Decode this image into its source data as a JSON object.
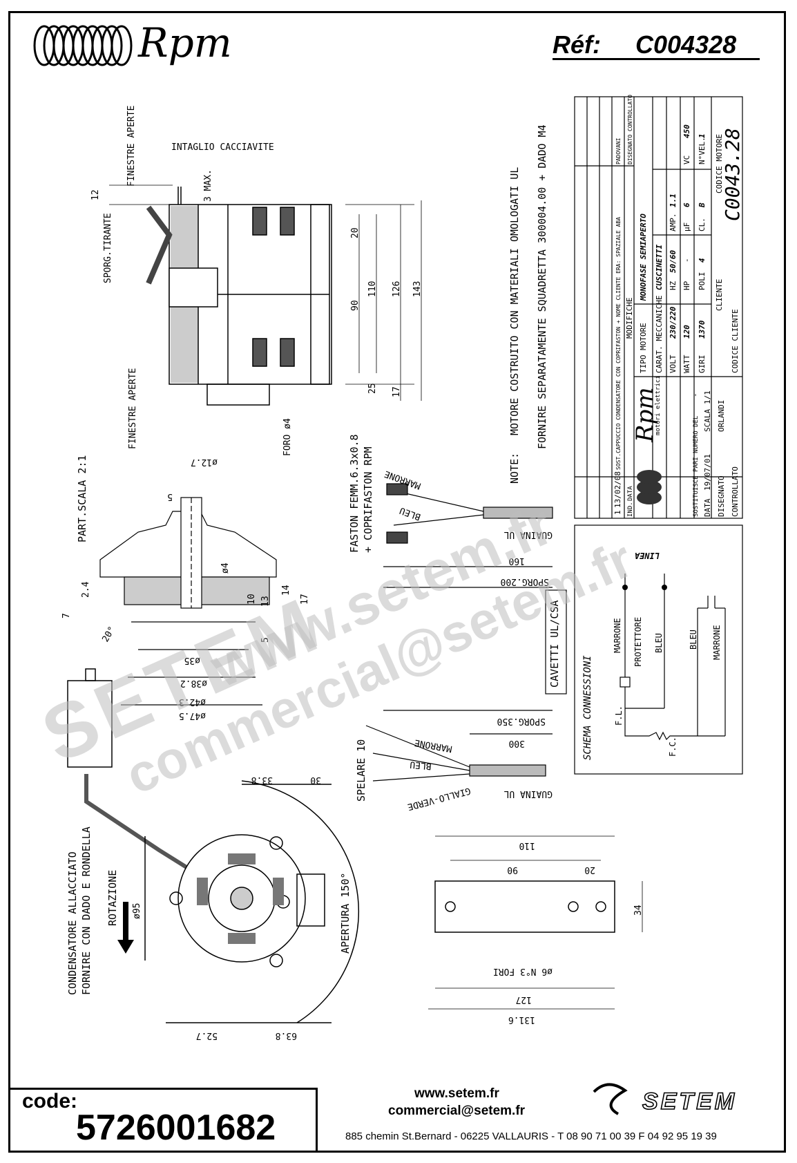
{
  "header": {
    "brand": "Rpm",
    "ref_label": "Réf:",
    "ref_value": "C004328"
  },
  "notes": {
    "note_label": "NOTE:",
    "line1": "MOTORE COSTRUITO CON MATERIALI OMOLOGATI UL",
    "line2": "FORNIRE SEPARATAMENTE SQUADRETTA 300004.00 + DADO M4",
    "faston": "FASTON FEMM.6.3x0.8",
    "faston2": "+ COPRIFASTON RPM",
    "cavetti": "CAVETTI UL/CSA",
    "condensatore1": "CONDENSATORE ALLACCIATO",
    "condensatore2": "FORNIRE CON DADO E RONDELLA",
    "rotazione": "ROTAZIONE",
    "apertura": "APERTURA 150°",
    "spelare": "SPELARE 10",
    "part_scala": "PART.SCALA 2:1",
    "finestre1": "FINESTRE APERTE",
    "finestre2": "FINESTRE APERTE",
    "intaglio": "INTAGLIO CACCIAVITE",
    "sporg_tirante": "SPORG.TIRANTE",
    "foro": "FORO ø4",
    "fori": "ø6 N°3 FORI",
    "guaina1": "GUAINA UL",
    "guaina2": "GUAINA UL",
    "marrone": "MARRONE",
    "bleu": "BLEU",
    "giallo_verde": "GIALLO-VERDE",
    "sporg200": "SPORG.200",
    "sporg350": "SPORG.350"
  },
  "dimensions": {
    "d12": "12",
    "d3max": "3 MAX.",
    "d20": "20",
    "d90": "90",
    "d110": "110",
    "d126": "126",
    "d143": "143",
    "d25": "25",
    "d17": "17",
    "d160": "160",
    "d300": "300",
    "d33_8": "33.8",
    "d30": "30",
    "d95": "ø95",
    "d52_7": "52.7",
    "d63_8": "63.8",
    "d110b": "110",
    "d90b": "90",
    "d20b": "20",
    "d34": "34",
    "d127": "127",
    "d131_6": "131.6",
    "d12_7": "ø12.7",
    "d5": "5",
    "d2_4": "2.4",
    "d7": "7",
    "d10": "10",
    "d13": "13",
    "d14": "14",
    "d17b": "17",
    "d4": "ø4",
    "d5b": "5",
    "d35": "ø35",
    "d38_2": "ø38.2",
    "d42_3": "ø42.3",
    "d47_5": "ø47.5",
    "d20deg": "20°"
  },
  "title_block": {
    "modifiche": "MODIFICHE",
    "tipo_motore_label": "TIPO MOTORE",
    "tipo_motore": "MONOFASE SEMIAPERTO",
    "carat_label": "CARAT. MECCANICHE",
    "carat": "CUSCINETTI",
    "volt_label": "VOLT",
    "volt": "230/220",
    "hz_label": "HZ",
    "hz": "50/60",
    "amp_label": "AMP.",
    "amp": "1.1",
    "watt_label": "WATT",
    "watt": "120",
    "hp_label": "HP",
    "hp": "-",
    "uf_label": "µF",
    "uf": "6",
    "vc_label": "VC",
    "vc": "450",
    "giri_label": "GIRI",
    "giri": "1370",
    "poli_label": "POLI",
    "poli": "4",
    "cl_label": "CL.",
    "cl": "B",
    "nvel_label": "N°VEL.",
    "nvel": "1",
    "cliente_label": "CLIENTE",
    "codice_motore_label": "CODICE MOTORE",
    "codice_motore": "C0043.28",
    "codice_cliente_label": "CODICE CLIENTE",
    "sostituisce_label": "SOSTITUISCE PARI NUMERO DEL",
    "sostituisce": "-",
    "data_label": "DATA",
    "data": "19/07/01",
    "scala_label": "SCALA",
    "scala": "1/1",
    "disegnato_label": "DISEGNATO",
    "disegnato": "ORLANDI",
    "controllato_label": "CONTROLLATO",
    "rev1": "SOST.CAPPUCCIO CONDENSATORE CON COPRIFASTON + NOME CLIENTE ERA: SPAZIALE ABA",
    "rev1_date": "13/02/08",
    "rev1_n": "1",
    "rev1_dis": "PADOVANI",
    "ind_label": "IND.",
    "data_col": "DATA",
    "disegnato_col": "DISEGNATO",
    "controllato_col": "CONTROLLATO",
    "motori": "motori elettrici"
  },
  "schema": {
    "title": "SCHEMA CONNESSIONI",
    "linea": "LINEA",
    "marrone": "MARRONE",
    "protettore": "PROTETTORE",
    "bleu1": "BLEU",
    "bleu2": "BLEU",
    "marrone2": "MARRONE",
    "fl": "F.L.",
    "fc": "F.C."
  },
  "footer": {
    "code_label": "code:",
    "code_value": "5726001682",
    "web": "www.setem.fr",
    "email": "commercial@setem.fr",
    "address": "885 chemin St.Bernard  -  06225 VALLAURIS  -  T 08 90 71 00 39   F 04 92 95 19 39",
    "setem_brand": "SETEM"
  },
  "watermark": {
    "w1": "www.setem.fr",
    "w2": "SETEM",
    "w3": "commercial@setem.fr"
  }
}
